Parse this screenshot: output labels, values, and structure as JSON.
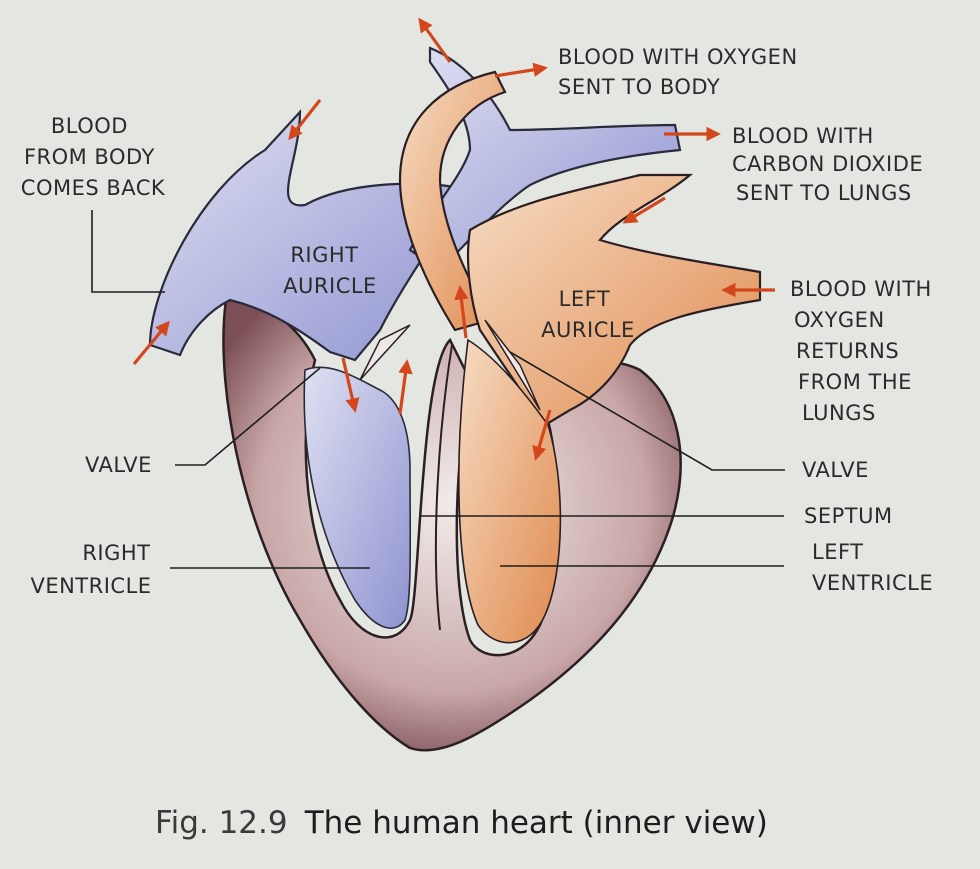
{
  "labels": {
    "blood_from_body": [
      "BLOOD",
      "FROM BODY",
      "COMES BACK"
    ],
    "blood_oxygen_to_body": [
      "BLOOD WITH OXYGEN",
      "SENT TO BODY"
    ],
    "blood_co2_to_lungs": [
      "BLOOD WITH",
      "CARBON DIOXIDE",
      "SENT TO LUNGS"
    ],
    "right_auricle": [
      "RIGHT",
      "AURICLE"
    ],
    "left_auricle": [
      "LEFT",
      "AURICLE"
    ],
    "blood_oxygen_from_lungs": [
      "BLOOD WITH",
      "OXYGEN",
      "RETURNS",
      "FROM THE",
      "LUNGS"
    ],
    "valve_left_side": "VALVE",
    "valve_right_side": "VALVE",
    "septum": "SEPTUM",
    "right_ventricle": [
      "RIGHT",
      "VENTRICLE"
    ],
    "left_ventricle": [
      "LEFT",
      "VENTRICLE"
    ]
  },
  "caption": {
    "fig": "Fig. 12.9",
    "text": "The human heart (inner view)"
  },
  "colors": {
    "deoxygenated": "#8f93d0",
    "oxygenated": "#e39a63",
    "wall": "#8a5f66",
    "arrow": "#d4471c"
  }
}
